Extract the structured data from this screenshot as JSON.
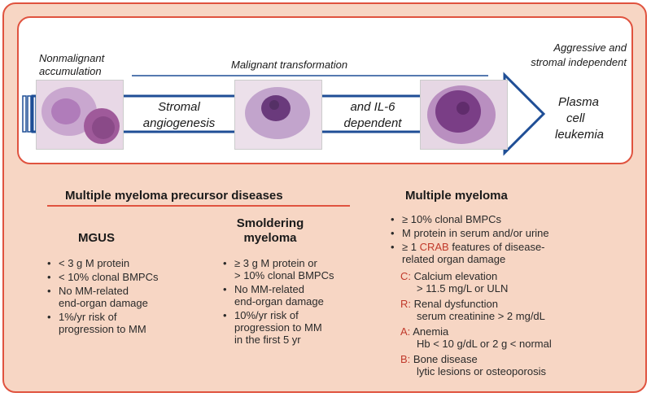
{
  "top": {
    "nonmalignant": [
      "Nonmalignant",
      "accumulation"
    ],
    "malignant": "Malignant transformation",
    "aggressive": [
      "Aggressive and",
      "stromal independent"
    ],
    "stromal": [
      "Stromal",
      "angiogenesis"
    ],
    "il6": [
      "and IL-6",
      "dependent"
    ],
    "leukemia": [
      "Plasma",
      "cell",
      "leukemia"
    ]
  },
  "precursor": {
    "title": "Multiple myeloma precursor diseases",
    "mgus": {
      "title": "MGUS",
      "items": [
        "< 3 g M protein",
        "< 10% clonal BMPCs",
        "No MM-related\nend-organ damage",
        "1%/yr risk of\nprogression to MM"
      ]
    },
    "smoldering": {
      "title": [
        "Smoldering",
        "myeloma"
      ],
      "items": [
        "≥ 3 g M protein or\n> 10% clonal BMPCs",
        "No MM-related\nend-organ damage",
        "10%/yr risk of\nprogression to MM\nin the first 5 yr"
      ]
    }
  },
  "mm": {
    "title": "Multiple myeloma",
    "items": [
      "≥ 10% clonal BMPCs",
      "M protein in serum and/or urine"
    ],
    "crab_pre": "≥ 1 ",
    "crab_word": "CRAB",
    "crab_post": " features of disease-",
    "crab_line2": "related organ damage",
    "crab": [
      {
        "letter": "C:",
        "title": "Calcium elevation",
        "detail": "> 11.5 mg/L or ULN"
      },
      {
        "letter": "R:",
        "title": "Renal dysfunction",
        "detail": "serum creatinine > 2 mg/dL"
      },
      {
        "letter": "A:",
        "title": "Anemia",
        "detail": "Hb < 10 g/dL or 2 g < normal"
      },
      {
        "letter": "B:",
        "title": "Bone disease",
        "detail": "lytic lesions or osteoporosis"
      }
    ]
  },
  "colors": {
    "border": "#e0533f",
    "background": "#f7d6c4",
    "arrow": "#1f4e96",
    "crab": "#c0392b"
  }
}
